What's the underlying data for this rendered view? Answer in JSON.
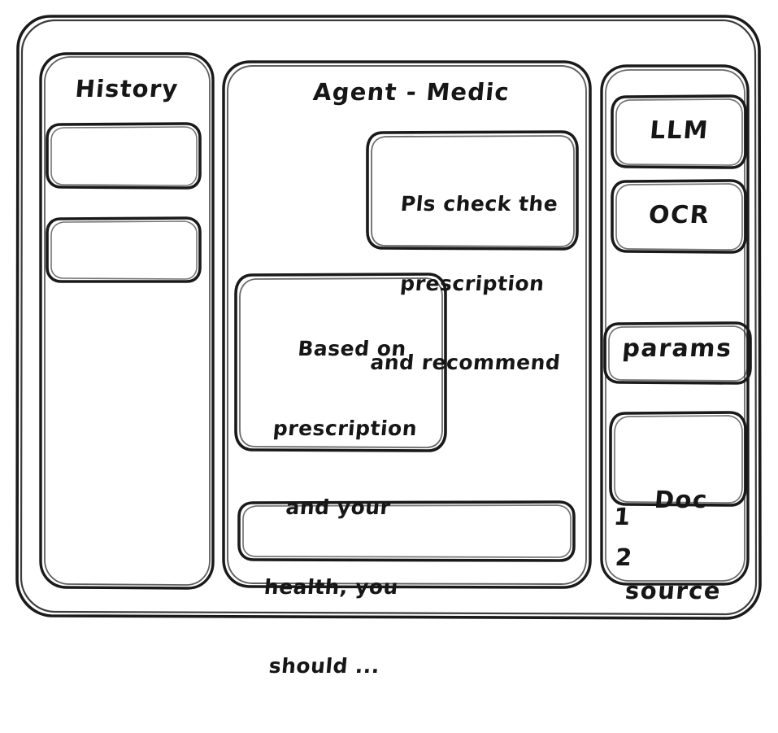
{
  "window": {
    "style": "hand-drawn wireframe",
    "stroke_color": "#1a1a1a",
    "background_color": "#ffffff"
  },
  "sidebar_left": {
    "title": "History",
    "items": [
      {
        "label": "",
        "name": "history-item-1"
      },
      {
        "label": "",
        "name": "history-item-2"
      }
    ]
  },
  "main": {
    "title": "Agent - Medic",
    "messages": [
      {
        "role": "user",
        "align": "right",
        "lines": [
          "Pls check the",
          "prescription",
          "and recommend"
        ],
        "text": "Pls check the prescription and recommend"
      },
      {
        "role": "assistant",
        "align": "left",
        "lines": [
          "Based on",
          "prescription",
          "and your",
          "health, you",
          "should ..."
        ],
        "text": "Based on prescription and your health, you should ..."
      }
    ],
    "composer": {
      "value": "",
      "placeholder": ""
    }
  },
  "sidebar_right": {
    "chips": [
      {
        "label": "LLM",
        "lines": [
          "LLM"
        ],
        "name": "chip-llm"
      },
      {
        "label": "OCR",
        "lines": [
          "OCR"
        ],
        "name": "chip-ocr"
      },
      {
        "label": "params",
        "lines": [
          "params"
        ],
        "name": "chip-params"
      },
      {
        "label": "Doc source",
        "lines": [
          "Doc",
          "source"
        ],
        "name": "chip-doc-source"
      }
    ],
    "doc_list": [
      {
        "label": "1"
      },
      {
        "label": "2"
      }
    ]
  }
}
